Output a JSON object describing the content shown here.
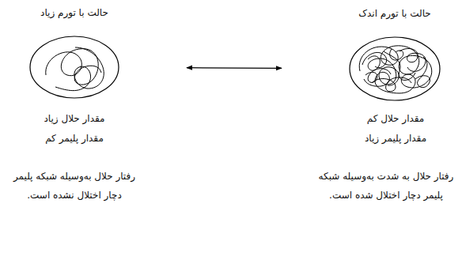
{
  "diagram": {
    "nodes": [
      {
        "text": [
          "حالت با تورم اندک"
        ]
      },
      {
        "text": [
          "حالت با تورم زیاد"
        ]
      }
    ],
    "edges": [
      {
        "from": 0,
        "to": 1,
        "arrow": "both"
      }
    ],
    "labels": [
      "مقدار حلال کم",
      "مقدار پلیمر زیاد",
      "رفتار حلال به شدت به‌وسیله شبکه پلیمر دچار اختلال شده است.",
      "مقدار حلال زیاد",
      "مقدار پلیمر کم",
      "رفتار حلال به‌وسیله شبکه پلیمر دچار اختلال نشده است."
    ]
  }
}
